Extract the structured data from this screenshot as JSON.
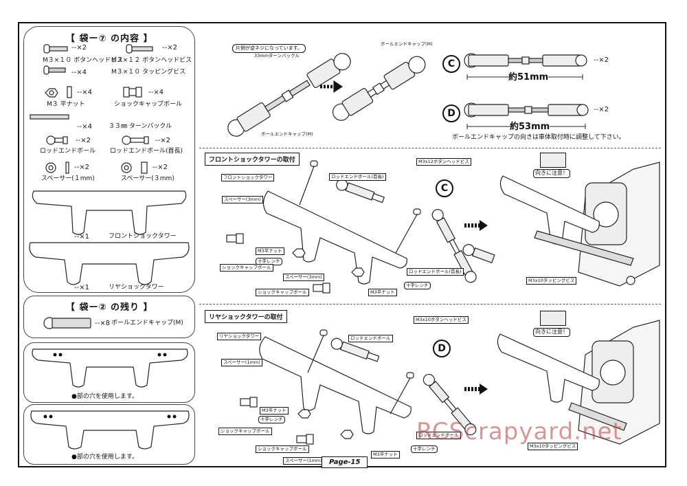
{
  "bag7": {
    "title": "【 袋ー⑦ の内容 】",
    "items": [
      {
        "qty": "--×2",
        "label": "M３×１０ ボタンヘッドビス"
      },
      {
        "qty": "--×2",
        "label": "M３×１２ ボタンヘッドビス"
      },
      {
        "qty": "--×4",
        "label": "M３×１０ タッピングビス"
      },
      {
        "qty": "--×4",
        "label": "M３ 平ナット"
      },
      {
        "qty": "--×4",
        "label": "ショックキャップボール"
      },
      {
        "qty": "--×4",
        "label": "３３㎜ ターンバックル"
      },
      {
        "qty": "--×2",
        "label": "ロッドエンドボール"
      },
      {
        "qty": "--×2",
        "label": "ロッドエンドボール(首長)"
      },
      {
        "qty": "--×2",
        "label": "スペーサー(１mm)"
      },
      {
        "qty": "--×2",
        "label": "スペーサー(３mm)"
      },
      {
        "qty": "--×1",
        "label": "フロントショックタワー"
      },
      {
        "qty": "--×1",
        "label": "リヤショックタワー"
      }
    ]
  },
  "bag2": {
    "title": "【 袋ー② の残り 】",
    "qty": "--×8",
    "label": "ボールエンドキャップ(M)"
  },
  "holes_note_1": "●部の穴を使用します。",
  "holes_note_2": "●部の穴を使用します。",
  "turnbuckle": {
    "note_reverse": "片側が逆ネジになっています。",
    "turnbuckle_label": "33mmターンバックル",
    "cap_top": "ボールエンドキャップ(M)",
    "cap_bottom": "ボールエンドキャップ(M)",
    "c_marker": "C",
    "c_length": "約51mm",
    "c_qty": "--×2",
    "d_marker": "D",
    "d_length": "約53mm",
    "d_qty": "--×2",
    "note_direction": "ボールエンドキャップの向きは車体取付時に調整して下さい。"
  },
  "front": {
    "title": "フロントショックタワーの取付",
    "marker": "C",
    "screw_m3x12": "M3x12ボタンヘッドビス",
    "rod_end_long_top": "ロッドエンドボール(首長)",
    "tower": "フロントショックタワー",
    "spacer3": "スペーサー(3mm)",
    "nut_m3_a": "M3平ナット",
    "wrench_a": "十字レンチ",
    "shock_ball_a": "ショックキャップボール",
    "spacer3_b": "スペーサー(3mm)",
    "shock_ball_b": "ショックキャップボール",
    "nut_m3_b": "M3平ナット",
    "wrench_b": "十字レンチ",
    "rod_end_long_bottom": "ロッドエンドボール(首長)",
    "caution": "向きに注意！",
    "tapping": "M3x10タッピングビス"
  },
  "rear": {
    "title": "リヤショックタワーの取付",
    "marker": "D",
    "screw_m3x10": "M3x10ボタンヘッドビス",
    "rod_end": "ロッドエンドボール",
    "tower": "リヤショックタワー",
    "spacer1": "スペーサー(1mm)",
    "nut_m3_a": "M3平ナット",
    "wrench_a": "十字レンチ",
    "shock_ball_a": "ショックキャップボール",
    "shock_ball_b": "ショックキャップボール",
    "spacer1_b": "スペーサー(1mm)",
    "nut_m3_b": "M3平ナット",
    "wrench_b": "十字レンチ",
    "rod_end_b": "ロッドエンドボール",
    "caution": "向きに注意！",
    "tapping": "M3x10タッピングビス"
  },
  "page": "Page-15",
  "watermark": "RCScrapyard.net"
}
